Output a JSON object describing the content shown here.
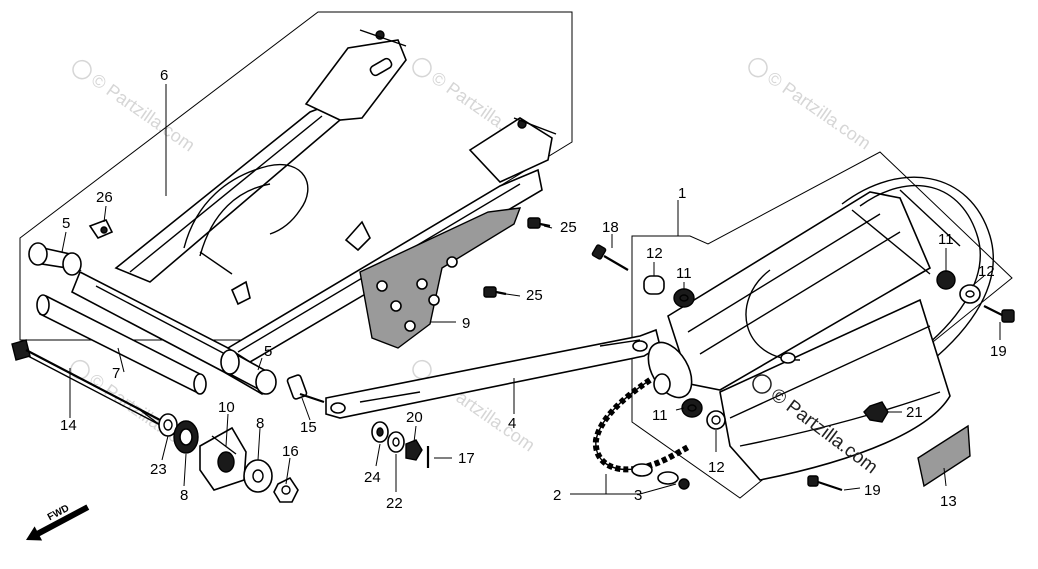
{
  "watermark": {
    "light_text": "© Partzilla.com",
    "dark_text": "© Partzilla.com"
  },
  "direction_label": "FWD",
  "callouts": [
    {
      "id": "c1",
      "label": "1"
    },
    {
      "id": "c2",
      "label": "2"
    },
    {
      "id": "c3",
      "label": "3"
    },
    {
      "id": "c4",
      "label": "4"
    },
    {
      "id": "c5a",
      "label": "5"
    },
    {
      "id": "c5b",
      "label": "5"
    },
    {
      "id": "c6",
      "label": "6"
    },
    {
      "id": "c7",
      "label": "7"
    },
    {
      "id": "c8a",
      "label": "8"
    },
    {
      "id": "c8b",
      "label": "8"
    },
    {
      "id": "c9",
      "label": "9"
    },
    {
      "id": "c10",
      "label": "10"
    },
    {
      "id": "c11a",
      "label": "11"
    },
    {
      "id": "c11b",
      "label": "11"
    },
    {
      "id": "c11c",
      "label": "11"
    },
    {
      "id": "c12a",
      "label": "12"
    },
    {
      "id": "c12b",
      "label": "12"
    },
    {
      "id": "c12c",
      "label": "12"
    },
    {
      "id": "c13",
      "label": "13"
    },
    {
      "id": "c14",
      "label": "14"
    },
    {
      "id": "c15",
      "label": "15"
    },
    {
      "id": "c16",
      "label": "16"
    },
    {
      "id": "c17",
      "label": "17"
    },
    {
      "id": "c18",
      "label": "18"
    },
    {
      "id": "c19a",
      "label": "19"
    },
    {
      "id": "c19b",
      "label": "19"
    },
    {
      "id": "c20",
      "label": "20"
    },
    {
      "id": "c21",
      "label": "21"
    },
    {
      "id": "c22",
      "label": "22"
    },
    {
      "id": "c23",
      "label": "23"
    },
    {
      "id": "c24",
      "label": "24"
    },
    {
      "id": "c25a",
      "label": "25"
    },
    {
      "id": "c25b",
      "label": "25"
    },
    {
      "id": "c26",
      "label": "26"
    }
  ]
}
